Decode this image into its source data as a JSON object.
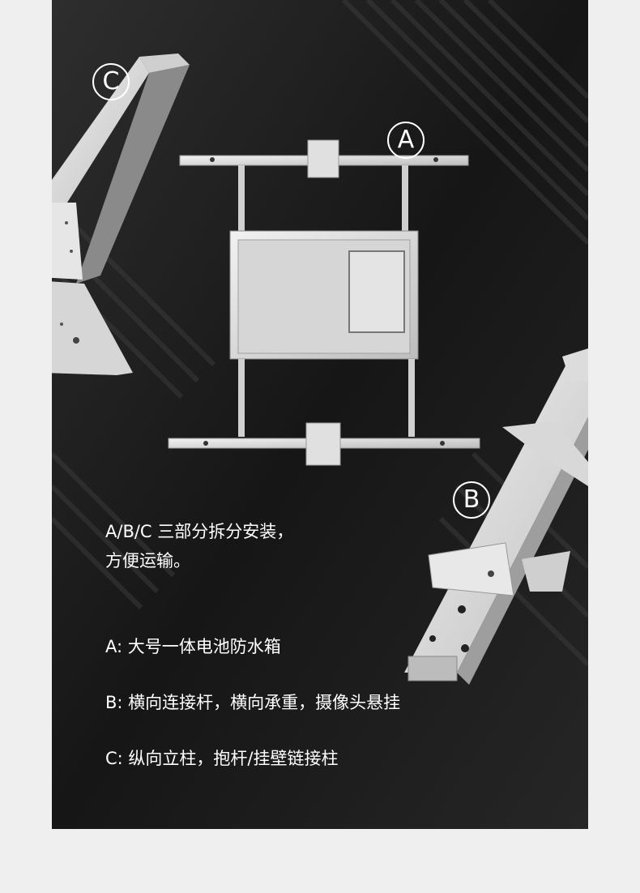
{
  "labels": {
    "a": "A",
    "b": "B",
    "c": "C"
  },
  "intro": {
    "line1": "A/B/C 三部分拆分安装，",
    "line2": "方便运输。"
  },
  "items": [
    "A: 大号一体电池防水箱",
    "B: 横向连接杆，横向承重，摄像头悬挂",
    "C: 纵向立柱，抱杆/挂壁链接柱"
  ],
  "colors": {
    "page_background": "#efefef",
    "panel_background": "#1b1b1b",
    "metal": "#d9d9d9",
    "text": "#ffffff"
  }
}
